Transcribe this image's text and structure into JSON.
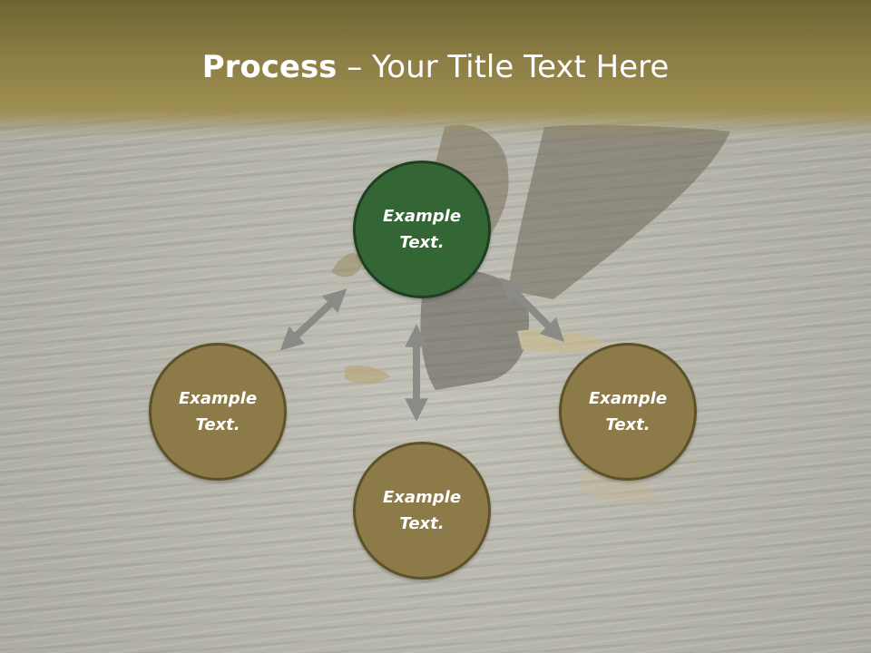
{
  "slide": {
    "title_strong": "Process",
    "title_rest": " – Your Title Text Here",
    "nodes": [
      {
        "id": "top",
        "text": "Example Text."
      },
      {
        "id": "left",
        "text": "Example Text."
      },
      {
        "id": "bottom",
        "text": "Example Text."
      },
      {
        "id": "right",
        "text": "Example Text."
      }
    ]
  },
  "colors": {
    "header": "#8d7f45",
    "center_node": "#346635",
    "outer_node": "#8c7a48",
    "arrow": "#8a8a86"
  }
}
